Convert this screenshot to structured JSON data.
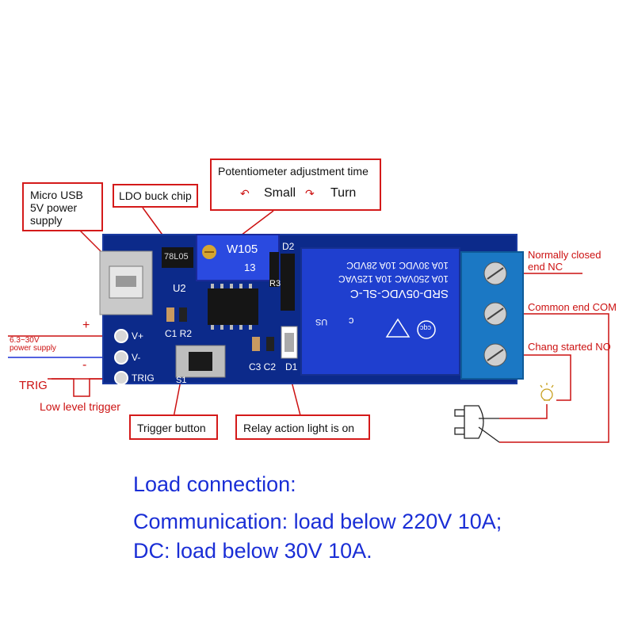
{
  "callouts": {
    "micro_usb": [
      "Micro USB",
      "5V power",
      "supply"
    ],
    "ldo": "LDO buck chip",
    "pot_title": "Potentiometer adjustment time",
    "pot_small": "Small",
    "pot_turn": "Turn",
    "trigger_button": "Trigger button",
    "relay_light": "Relay action light is on"
  },
  "side_labels": {
    "supply_voltage": "6.3~30V",
    "supply_text": "power supply",
    "plus": "+",
    "minus": "-",
    "trig": "TRIG",
    "low_level": "Low level trigger",
    "nc": [
      "Normally closed",
      "end NC"
    ],
    "com": "Common end COM",
    "no": "Chang started NO"
  },
  "board": {
    "chip": "78L05",
    "u2": "U2",
    "pot": "W105",
    "pot_num": "13",
    "d2": "D2",
    "r3": "R3",
    "c1r2": "C1 R2",
    "c3c2": "C3 C2",
    "d1": "D1",
    "s1": "S1",
    "pin_vplus": "V+",
    "pin_vminus": "V-",
    "pin_trig": "TRIG",
    "relay_lines": [
      "SRD-05VDC-SL-C",
      "10A 250VAC  10A 125VAC",
      "10A 30VDC  10A 28VDC"
    ],
    "relay_us": "US",
    "relay_c": "c",
    "relay_cqc": "cqc"
  },
  "footer": {
    "title": "Load connection:",
    "line1": "Communication: load below 220V 10A;",
    "line2": "DC: load below 30V 10A."
  },
  "colors": {
    "board": "#0c2a8a",
    "relay": "#1f3fcf",
    "terminal": "#1b78c4",
    "callout": "#d41a1a",
    "footer": "#1a2ed6"
  }
}
